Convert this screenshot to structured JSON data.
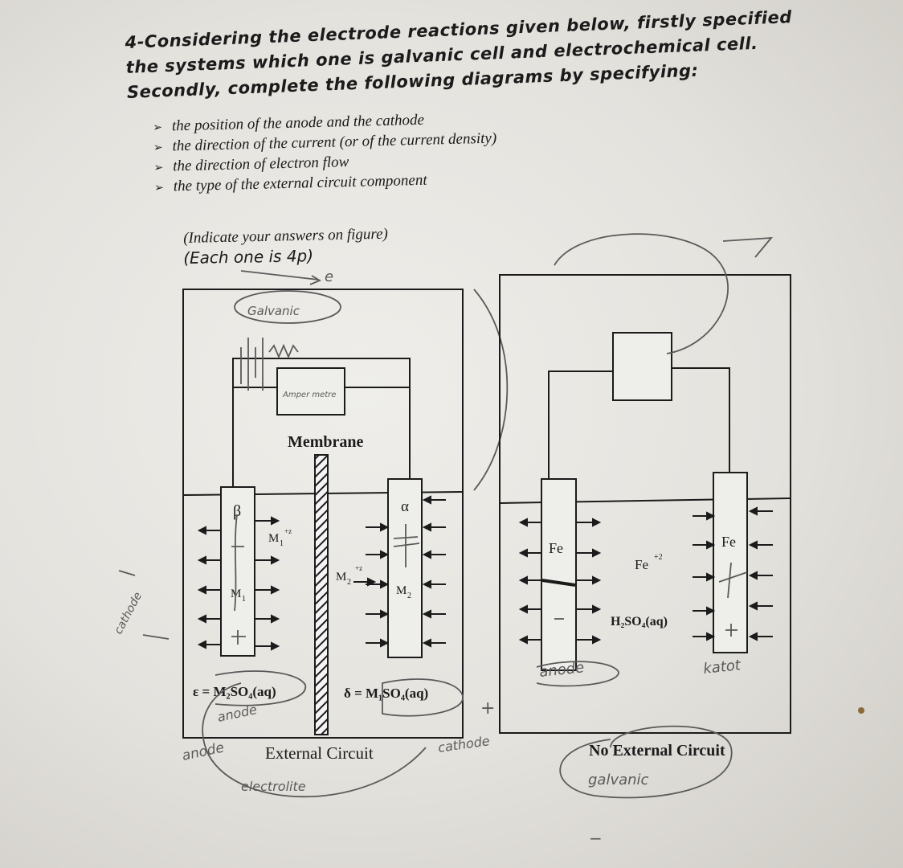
{
  "question": {
    "title": "4-Considering the electrode reactions given below, firstly specified the systems which one is galvanic cell and electrochemical cell. Secondly, complete the following diagrams by specifying:",
    "bullets": [
      "the position of the anode and the cathode",
      "the direction of the current (or of the current density)",
      "the direction of electron flow",
      "the type of the external circuit component"
    ],
    "indicate": "(Indicate your answers on figure)",
    "points": "(Each one is 4p)"
  },
  "left_cell": {
    "component_label": "Amper metre",
    "membrane_label": "Membrane",
    "left_electrode": "β",
    "left_ion": "M",
    "left_ion_sub": "1",
    "left_ion_sup": "+z",
    "left_metal": "M",
    "left_metal_sub": "1",
    "right_electrode": "α",
    "right_ion": "M",
    "right_ion_sub": "2",
    "right_ion_sup": "+z",
    "right_metal": "M",
    "right_metal_sub": "2",
    "left_solution": "ε = M₂SO₄(aq)",
    "right_solution": "δ = M₁SO₄(aq)",
    "caption": "External Circuit"
  },
  "right_cell": {
    "left_electrode": "Fe",
    "right_electrode": "Fe",
    "ion": "Fe",
    "ion_sup": "+2",
    "solution": "H₂SO₄(aq)",
    "caption": "No External Circuit"
  },
  "handwriting": {
    "galvanic_top": "Galvanic",
    "e_arrow": "e",
    "cathode_left": "cathode",
    "anode_bottom": "anode",
    "anode_under_eps": "anode",
    "cathode_bottom": "cathode",
    "electrolite": "electrolite",
    "anode_right_cell": "anode",
    "katot": "katot",
    "galvanic_bottom": "galvanic",
    "plus_sign": "+",
    "minus_sign": "−"
  },
  "colors": {
    "ink": "#1b1b1b",
    "pencil": "#5a5a5a",
    "paper": "#e8e6e1"
  }
}
